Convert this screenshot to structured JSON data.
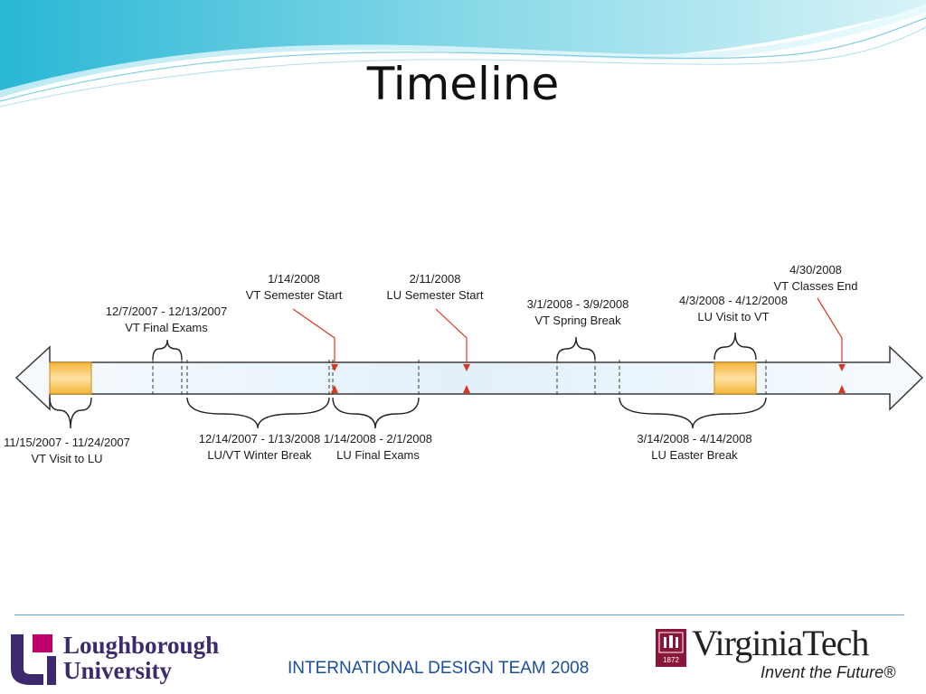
{
  "slide": {
    "title": "Timeline",
    "footer_text": "INTERNATIONAL DESIGN TEAM 2008"
  },
  "logos": {
    "left": {
      "line1": "Loughborough",
      "line2": "University"
    },
    "right": {
      "name": "VirginiaTech",
      "tagline": "Invent the Future®",
      "seal_year": "1872"
    }
  },
  "events": {
    "vt_visit_lu": {
      "dates": "11/15/2007 - 11/24/2007",
      "name": "VT Visit to LU"
    },
    "vt_final_exams": {
      "dates": "12/7/2007 - 12/13/2007",
      "name": "VT Final Exams"
    },
    "winter_break": {
      "dates": "12/14/2007 - 1/13/2008",
      "name": "LU/VT Winter Break"
    },
    "vt_semester_start": {
      "dates": "1/14/2008",
      "name": "VT Semester Start"
    },
    "lu_final_exams": {
      "dates": "1/14/2008 - 2/1/2008",
      "name": "LU Final Exams"
    },
    "lu_semester_start": {
      "dates": "2/11/2008",
      "name": "LU Semester Start"
    },
    "vt_spring_break": {
      "dates": "3/1/2008 - 3/9/2008",
      "name": "VT Spring Break"
    },
    "lu_easter_break": {
      "dates": "3/14/2008 - 4/14/2008",
      "name": "LU Easter Break"
    },
    "lu_visit_vt": {
      "dates": "4/3/2008 - 4/12/2008",
      "name": "LU Visit to VT"
    },
    "vt_classes_end": {
      "dates": "4/30/2008",
      "name": "VT Classes End"
    }
  },
  "colors": {
    "arrow_outline": "#3a3a3a",
    "visit_highlight": "#f5b335",
    "marker_red": "#d9381e",
    "footer_text": "#1a4f9c",
    "lu_purple": "#3d2a6e",
    "lu_magenta": "#c0006a",
    "vt_maroon": "#8a1538",
    "header_wave": "#6fcde0"
  }
}
